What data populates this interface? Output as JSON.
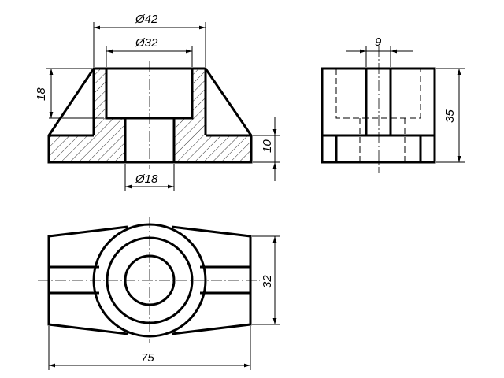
{
  "drawing": {
    "dimensions": {
      "dia42": "Ø42",
      "dia32": "Ø32",
      "dia18": "Ø18",
      "h18": "18",
      "h10": "10",
      "w9": "9",
      "h35": "35",
      "w75": "75",
      "w32": "32"
    }
  }
}
